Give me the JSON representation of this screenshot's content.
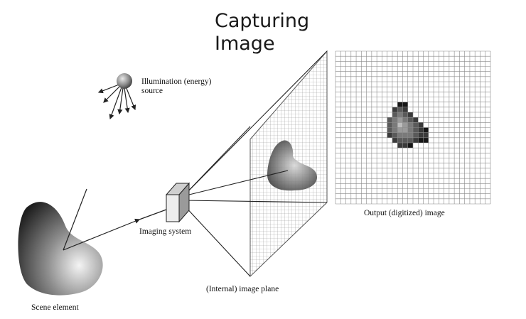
{
  "title": {
    "line1": "Capturing",
    "line2": "Image"
  },
  "labels": {
    "illumination_line1": "Illumination (energy)",
    "illumination_line2": "source",
    "output_image": "Output (digitized) image",
    "imaging_system": "Imaging system",
    "image_plane": "(Internal) image plane",
    "scene_element": "Scene element"
  }
}
